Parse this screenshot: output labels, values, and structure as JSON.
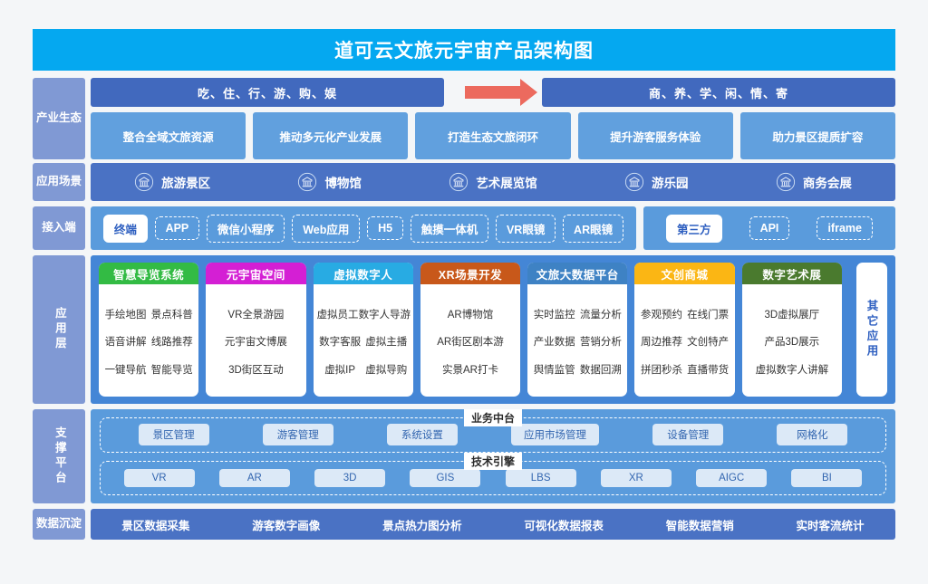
{
  "header": {
    "title": "道可云文旅元宇宙产品架构图"
  },
  "colors": {
    "title_bg": "#05A8F0",
    "side_label_bg": "#8099D4",
    "accent_arrow": "#EC6A5E",
    "panel_blue": "#5A9BDC",
    "deep_blue": "#4A72C4"
  },
  "industry": {
    "side_label": "产业生态",
    "left_pill": "吃、住、行、游、购、娱",
    "arrow": "arrow-right-icon",
    "right_pill": "商、养、学、闲、情、寄",
    "cells": [
      "整合全域文旅资源",
      "推动多元化产业发展",
      "打造生态文旅闭环",
      "提升游客服务体验",
      "助力景区提质扩容"
    ]
  },
  "scene": {
    "side_label": "应用场景",
    "items": [
      {
        "icon": "bank-icon",
        "label": "旅游景区"
      },
      {
        "icon": "bank-icon",
        "label": "博物馆"
      },
      {
        "icon": "bank-icon",
        "label": "艺术展览馆"
      },
      {
        "icon": "bank-icon",
        "label": "游乐园"
      },
      {
        "icon": "bank-icon",
        "label": "商务会展"
      }
    ]
  },
  "access": {
    "side_label": "接入端",
    "main_chips": [
      {
        "label": "终端",
        "active": true
      },
      {
        "label": "APP",
        "active": false
      },
      {
        "label": "微信小程序",
        "active": false
      },
      {
        "label": "Web应用",
        "active": false
      },
      {
        "label": "H5",
        "active": false
      },
      {
        "label": "触摸一体机",
        "active": false
      },
      {
        "label": "VR眼镜",
        "active": false
      },
      {
        "label": "AR眼镜",
        "active": false
      }
    ],
    "third_chips": [
      {
        "label": "第三方",
        "active": true
      },
      {
        "label": "API",
        "active": false
      },
      {
        "label": "iframe",
        "active": false
      }
    ]
  },
  "application": {
    "side_label": "应用层",
    "other_label": "其它应用",
    "cards": [
      {
        "title": "智慧导览系统",
        "color": "#33BB44",
        "rows": [
          [
            "手绘地图",
            "景点科普"
          ],
          [
            "语音讲解",
            "线路推荐"
          ],
          [
            "一键导航",
            "智能导览"
          ]
        ]
      },
      {
        "title": "元宇宙空间",
        "color": "#D41FD4",
        "rows": [
          [
            "VR全景游园"
          ],
          [
            "元宇宙文博展"
          ],
          [
            "3D街区互动"
          ]
        ]
      },
      {
        "title": "虚拟数字人",
        "color": "#28ABE3",
        "rows": [
          [
            "虚拟员工",
            "数字人导游"
          ],
          [
            "数字客服",
            "虚拟主播"
          ],
          [
            "虚拟IP",
            "虚拟导购"
          ]
        ]
      },
      {
        "title": "XR场景开发",
        "color": "#C8581A",
        "rows": [
          [
            "AR博物馆"
          ],
          [
            "AR街区剧本游"
          ],
          [
            "实景AR打卡"
          ]
        ]
      },
      {
        "title": "文旅大数据平台",
        "color": "#3E82C4",
        "rows": [
          [
            "实时监控",
            "流量分析"
          ],
          [
            "产业数据",
            "营销分析"
          ],
          [
            "舆情监管",
            "数据回溯"
          ]
        ]
      },
      {
        "title": "文创商城",
        "color": "#FBB614",
        "rows": [
          [
            "参观预约",
            "在线门票"
          ],
          [
            "周边推荐",
            "文创特产"
          ],
          [
            "拼团秒杀",
            "直播带货"
          ]
        ]
      },
      {
        "title": "数字艺术展",
        "color": "#4A7A2E",
        "rows": [
          [
            "3D虚拟展厅"
          ],
          [
            "产品3D展示"
          ],
          [
            "虚拟数字人讲解"
          ]
        ]
      }
    ]
  },
  "support": {
    "side_label": "支撑平台",
    "groups": [
      {
        "title": "业务中台",
        "pills": [
          "景区管理",
          "游客管理",
          "系统设置",
          "应用市场管理",
          "设备管理",
          "网格化"
        ]
      },
      {
        "title": "技术引擎",
        "pills": [
          "VR",
          "AR",
          "3D",
          "GIS",
          "LBS",
          "XR",
          "AIGC",
          "BI"
        ]
      }
    ]
  },
  "data_layer": {
    "side_label": "数据沉淀",
    "items": [
      "景区数据采集",
      "游客数字画像",
      "景点热力图分析",
      "可视化数据报表",
      "智能数据营销",
      "实时客流统计"
    ]
  }
}
